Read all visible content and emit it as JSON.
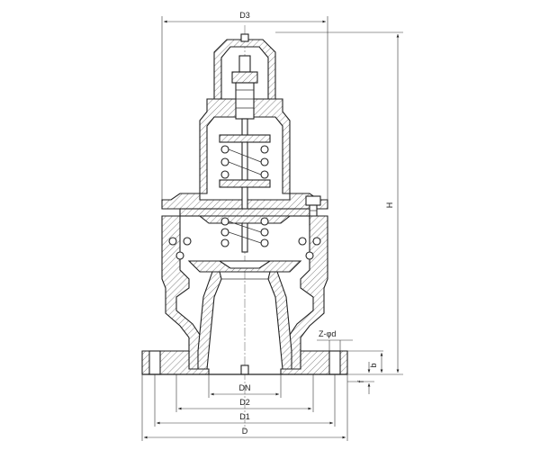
{
  "labels": {
    "d3": "D3",
    "h": "H",
    "dn": "DN",
    "d2": "D2",
    "d1": "D1",
    "d": "D",
    "z_phi_d": "Z-φd",
    "b": "b",
    "f": "f"
  }
}
